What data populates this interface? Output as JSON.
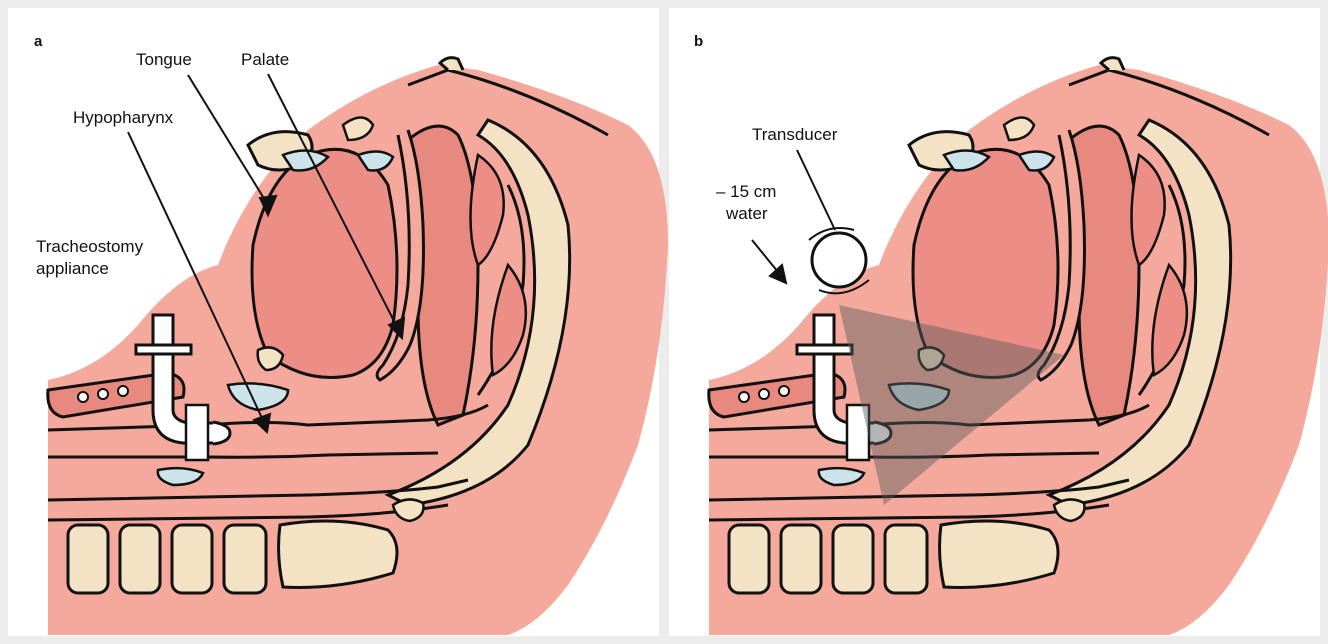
{
  "panels": [
    {
      "letter": "a",
      "labels": {
        "tongue": "Tongue",
        "palate": "Palate",
        "hypopharynx": "Hypopharynx",
        "tracheostomy_line1": "Tracheostomy",
        "tracheostomy_line2": "appliance"
      }
    },
    {
      "letter": "b",
      "labels": {
        "transducer": "Transducer",
        "pressure_line1": "– 15 cm",
        "pressure_line2": "water"
      }
    }
  ],
  "colors": {
    "background": "#ececec",
    "panel_bg": "#ffffff",
    "tissue": "#f4a99c",
    "tissue_dark": "#e8897f",
    "cavity": "#ec8e86",
    "bone": "#f3e2c4",
    "cartilage": "#cde3ea",
    "shadow": "#7b7b7b"
  }
}
